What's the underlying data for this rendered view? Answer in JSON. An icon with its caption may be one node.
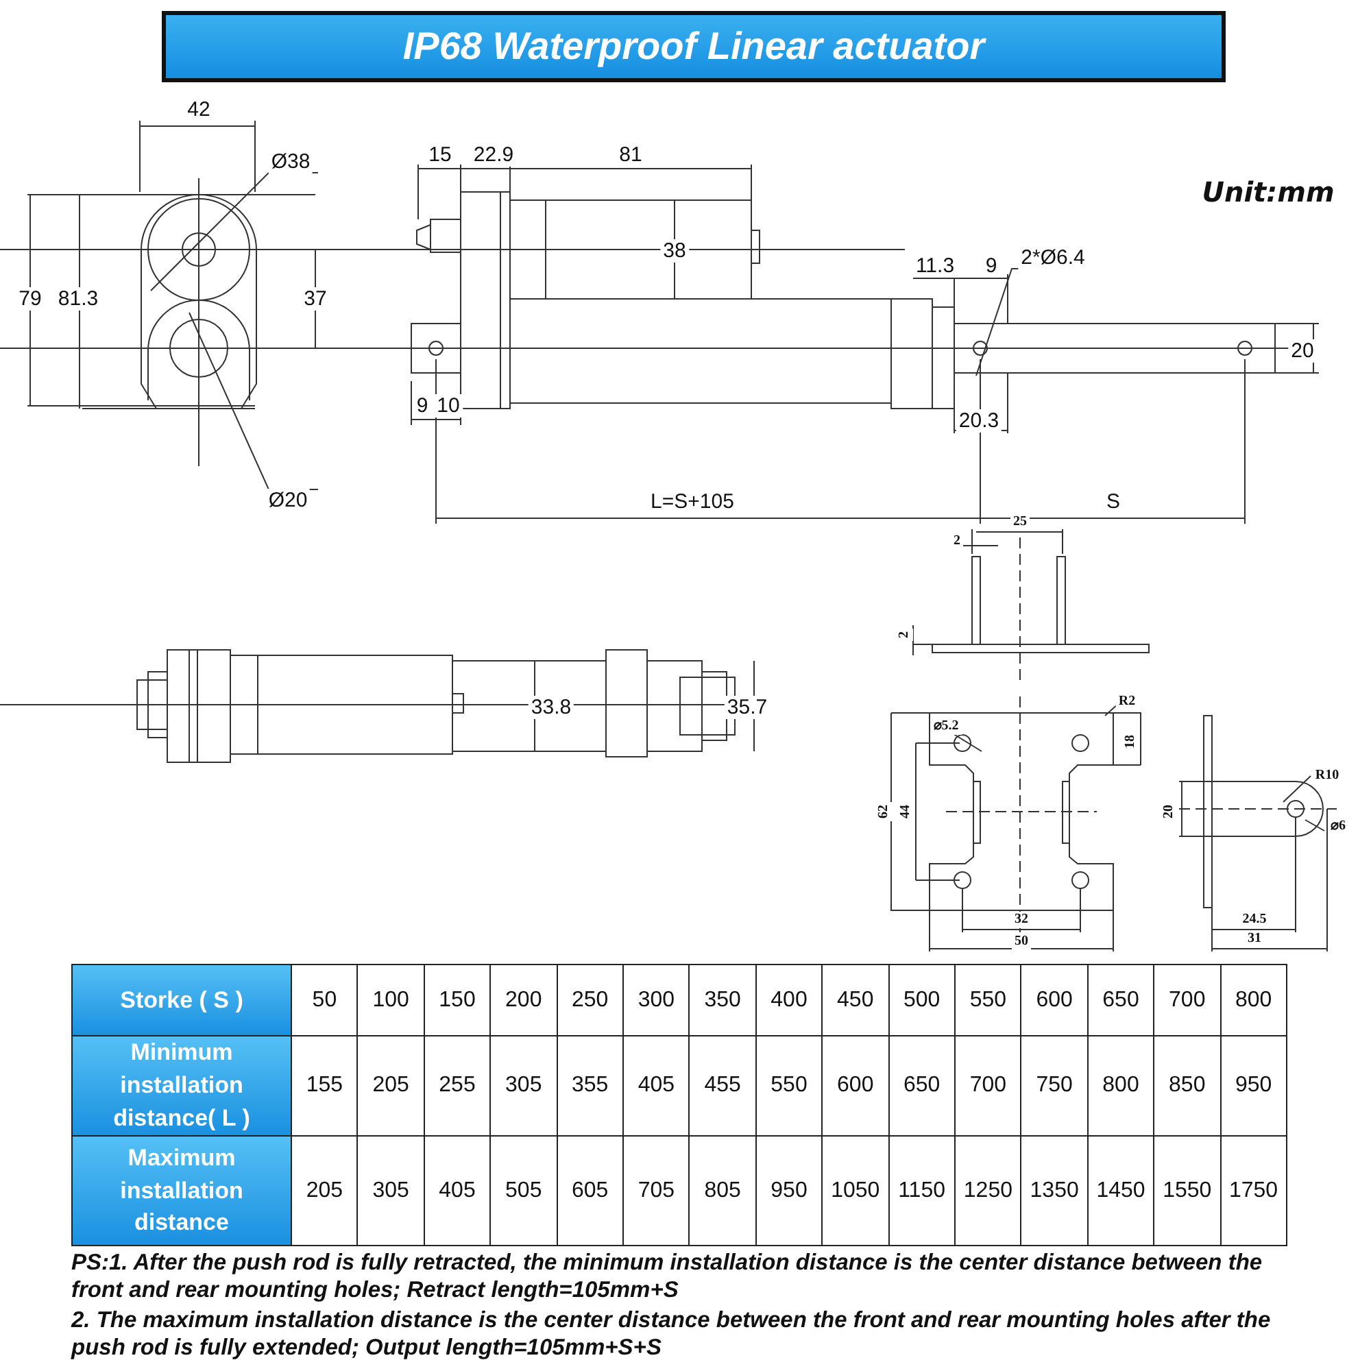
{
  "diagram": {
    "title": "IP68 Waterproof Linear actuator",
    "labels": [
      "42",
      "Ø38",
      "15",
      "22.9",
      "81",
      "Unit:mm",
      "38",
      "2*Ø6.4",
      "11.3",
      "9",
      "79",
      "81.3",
      "37",
      "20",
      "9",
      "10",
      "20.3",
      "Ø20",
      "L=S+105",
      "S",
      "25",
      "2",
      "2",
      "33.8",
      "35.7",
      "R2",
      "⌀5.2",
      "18",
      "62",
      "44",
      "20",
      "R10",
      "⌀6",
      "32",
      "24.5",
      "50",
      "31",
      "Storke ( S )",
      "50",
      "100",
      "150",
      "200",
      "250",
      "300",
      "350",
      "400",
      "450",
      "500",
      "550",
      "600",
      "650",
      "700",
      "800",
      "Minimum installation distance( L )",
      "155",
      "205",
      "255",
      "305",
      "355",
      "405",
      "455",
      "550",
      "600",
      "650",
      "700",
      "750",
      "800",
      "850",
      "950",
      "Maximum installation distance",
      "205",
      "305",
      "405",
      "505",
      "605",
      "705",
      "805",
      "950",
      "1050",
      "1150",
      "1250",
      "1350",
      "1450",
      "1550",
      "1750",
      "PS:1. After the push rod is fully retracted, the minimum installation distance is the center distance between the front and rear mounting holes; Retract length=105mm+S",
      "2. The maximum installation distance is the center distance between the front and rear mounting holes after the push rod is fully extended; Output length=105mm+S+S"
    ]
  }
}
